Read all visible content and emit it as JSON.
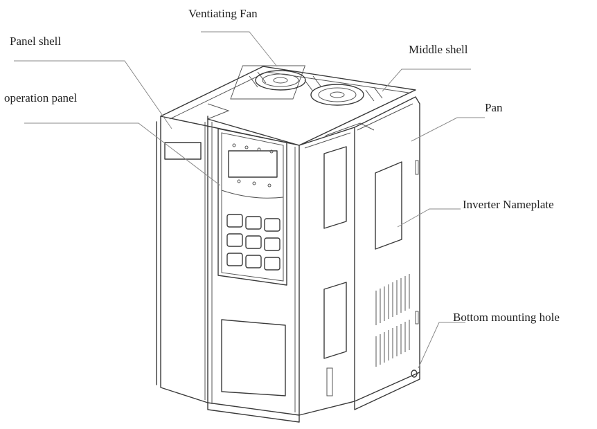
{
  "diagram": {
    "labels": {
      "fan": "Ventiating Fan",
      "panel_shell": "Panel shell",
      "operation_panel": "operation panel",
      "middle_shell": "Middle shell",
      "pan": "Pan",
      "nameplate": "Inverter Nameplate",
      "mounting_hole": "Bottom mounting hole"
    }
  }
}
